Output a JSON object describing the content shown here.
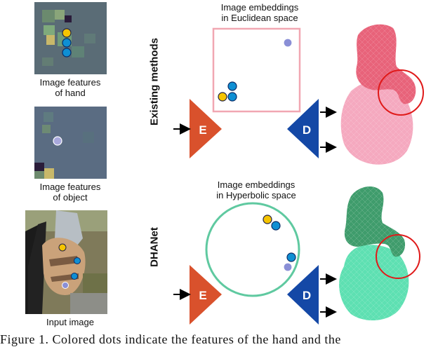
{
  "panels": {
    "hand_caption": [
      "Image features",
      "of hand"
    ],
    "object_caption": [
      "Image features",
      "of object"
    ],
    "input_caption": "Input image"
  },
  "rows": {
    "existing": {
      "label": "Existing methods",
      "space_title": [
        "Image embeddings",
        "in Euclidean space"
      ],
      "encoder": "E",
      "decoder": "D"
    },
    "dhanet": {
      "label": "DHANet",
      "space_title": [
        "Image embeddings",
        "in Hyperbolic space"
      ],
      "encoder": "E",
      "decoder": "D"
    }
  },
  "caption": "Figure 1.  Colored dots indicate the features of the hand and the",
  "colors": {
    "encoder": "#d9512c",
    "decoder": "#1448a6",
    "euclid_box": "#f1a7b2",
    "hyper_circle": "#5fc9a0",
    "mesh_red_top": "#e8637a",
    "mesh_red_bottom": "#f5a9bf",
    "mesh_green_top": "#3f9c6c",
    "mesh_green_bottom": "#5ee0b2",
    "highlight": "#e01a1a",
    "dot_yellow": "#f5c400",
    "dot_blue": "#0f8fd3",
    "dot_gray": "#8a8fd6"
  }
}
